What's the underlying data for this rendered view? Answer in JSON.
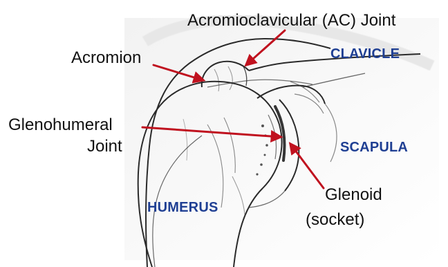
{
  "labels": {
    "ac_joint": "Acromioclavicular (AC) Joint",
    "acromion": "Acromion",
    "glenohumeral_line1": "Glenohumeral",
    "glenohumeral_line2": "Joint",
    "clavicle": "CLAVICLE",
    "scapula": "SCAPULA",
    "humerus": "HUMERUS",
    "glenoid_line1": "Glenoid",
    "glenoid_line2": "(socket)"
  },
  "colors": {
    "arrow": "#c0121f",
    "bone_text": "#1f3f93",
    "label_text": "#111111",
    "sketch_line": "#2a2a2a"
  }
}
